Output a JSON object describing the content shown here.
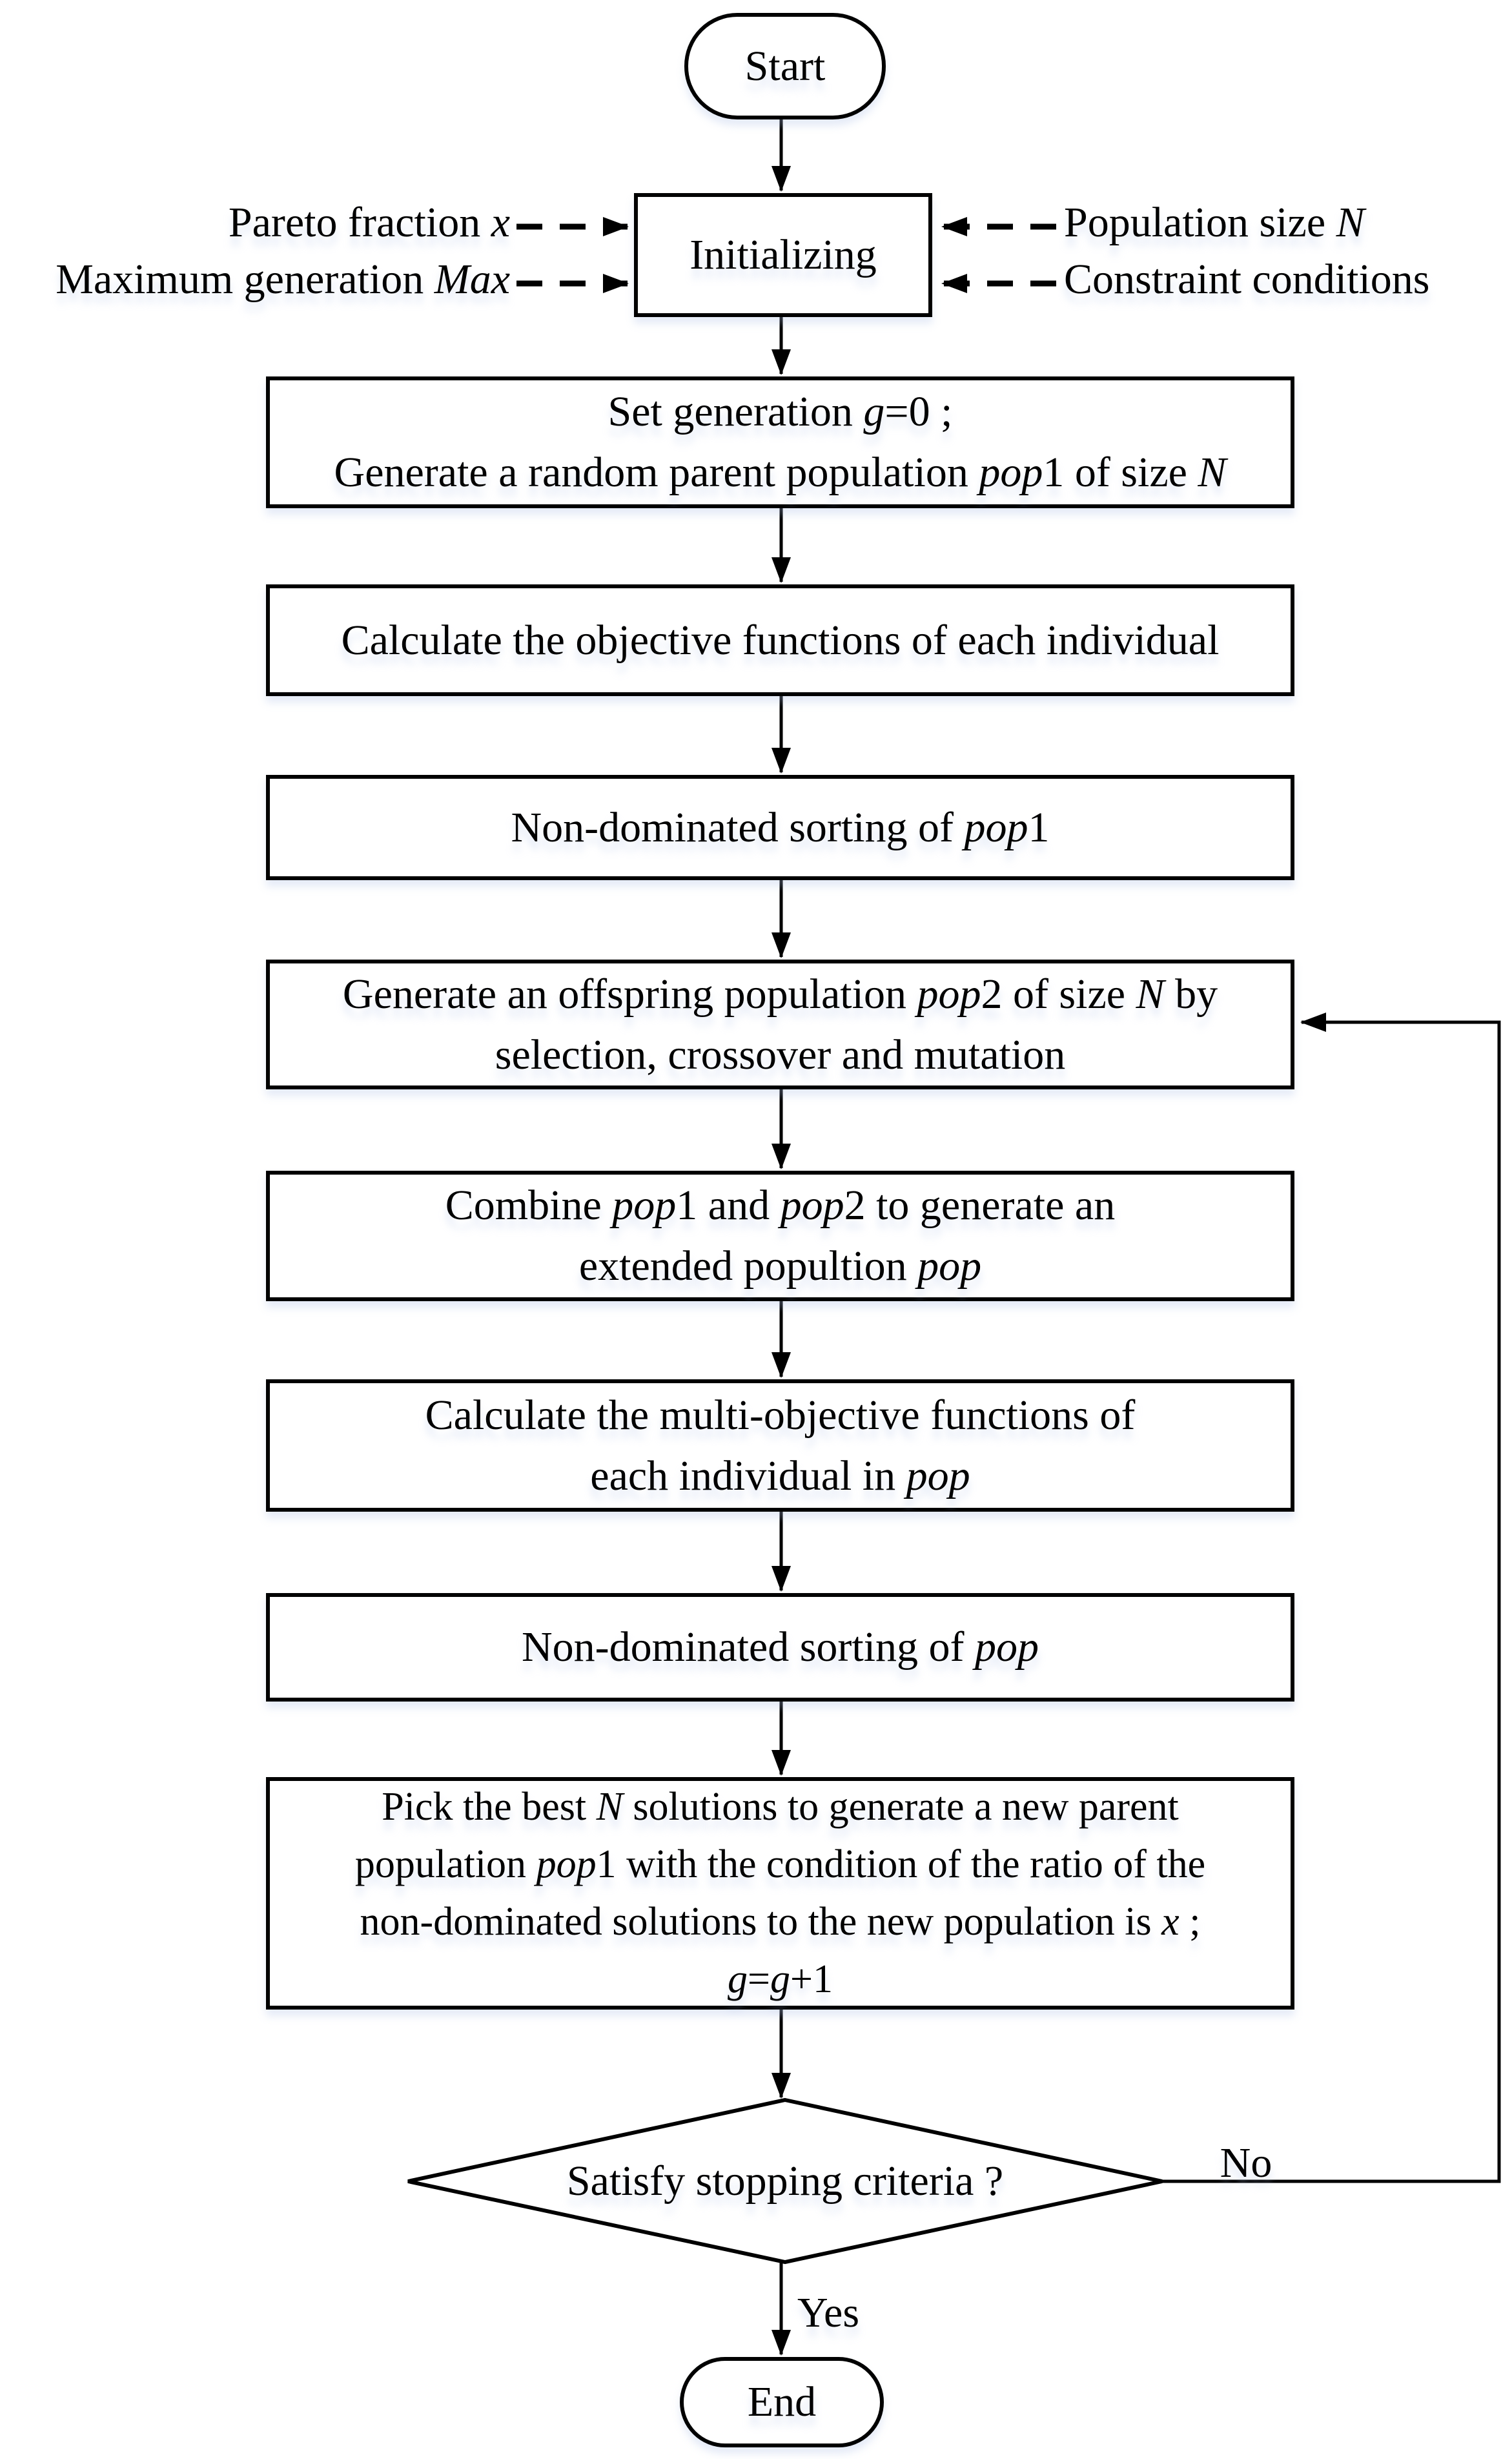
{
  "colors": {
    "ink": "#000000",
    "paper": "#ffffff",
    "shadow_tint": "#c9d7ef"
  },
  "flowchart": {
    "start": {
      "label": "Start"
    },
    "init": {
      "label": "Initializing"
    },
    "inputs_left": [
      {
        "segments": [
          {
            "t": "Pareto fraction ",
            "i": false
          },
          {
            "t": "x",
            "i": true
          }
        ]
      },
      {
        "segments": [
          {
            "t": "Maximum generation ",
            "i": false
          },
          {
            "t": "Max",
            "i": true
          }
        ]
      }
    ],
    "inputs_right": [
      {
        "segments": [
          {
            "t": "Population size ",
            "i": false
          },
          {
            "t": "N",
            "i": true
          }
        ]
      },
      {
        "segments": [
          {
            "t": "Constraint conditions",
            "i": false
          }
        ]
      }
    ],
    "steps": [
      {
        "id": "set-generation",
        "segments": [
          {
            "t": "Set generation ",
            "i": false
          },
          {
            "t": "g",
            "i": true
          },
          {
            "t": "=0 ;\n",
            "i": false
          },
          {
            "t": "Generate a random parent population ",
            "i": false
          },
          {
            "t": "pop",
            "i": true
          },
          {
            "t": "1 of size ",
            "i": false
          },
          {
            "t": "N",
            "i": true
          }
        ]
      },
      {
        "id": "calc-objective",
        "segments": [
          {
            "t": "Calculate the objective functions of each individual",
            "i": false
          }
        ]
      },
      {
        "id": "nds-pop1",
        "segments": [
          {
            "t": "Non-dominated sorting of ",
            "i": false
          },
          {
            "t": "pop",
            "i": true
          },
          {
            "t": "1",
            "i": false
          }
        ]
      },
      {
        "id": "gen-offspring",
        "segments": [
          {
            "t": "Generate an offspring population ",
            "i": false
          },
          {
            "t": "pop",
            "i": true
          },
          {
            "t": "2 of size ",
            "i": false
          },
          {
            "t": "N",
            "i": true
          },
          {
            "t": " by\nselection, crossover and mutation",
            "i": false
          }
        ]
      },
      {
        "id": "combine",
        "segments": [
          {
            "t": "Combine ",
            "i": false
          },
          {
            "t": "pop",
            "i": true
          },
          {
            "t": "1 and ",
            "i": false
          },
          {
            "t": "pop",
            "i": true
          },
          {
            "t": "2 to generate an\nextended popultion ",
            "i": false
          },
          {
            "t": "pop",
            "i": true
          }
        ]
      },
      {
        "id": "calc-multiobjective",
        "segments": [
          {
            "t": "Calculate the multi-objective functions of\neach individual in ",
            "i": false
          },
          {
            "t": "pop",
            "i": true
          }
        ]
      },
      {
        "id": "nds-pop",
        "segments": [
          {
            "t": "Non-dominated sorting of ",
            "i": false
          },
          {
            "t": "pop",
            "i": true
          }
        ]
      },
      {
        "id": "pick-best",
        "segments": [
          {
            "t": "Pick the best ",
            "i": false
          },
          {
            "t": "N",
            "i": true
          },
          {
            "t": " solutions to generate a new parent\npopulation ",
            "i": false
          },
          {
            "t": "pop",
            "i": true
          },
          {
            "t": "1 with the condition of the ratio of the\nnon-dominated solutions to the new population is ",
            "i": false
          },
          {
            "t": "x",
            "i": true
          },
          {
            "t": " ;\n",
            "i": false
          },
          {
            "t": "g",
            "i": true
          },
          {
            "t": "=",
            "i": false
          },
          {
            "t": "g",
            "i": true
          },
          {
            "t": "+1",
            "i": false
          }
        ]
      }
    ],
    "decision": {
      "label": "Satisfy stopping criteria ?"
    },
    "end": {
      "label": "End"
    },
    "edge_labels": {
      "yes": "Yes",
      "no": "No"
    }
  }
}
